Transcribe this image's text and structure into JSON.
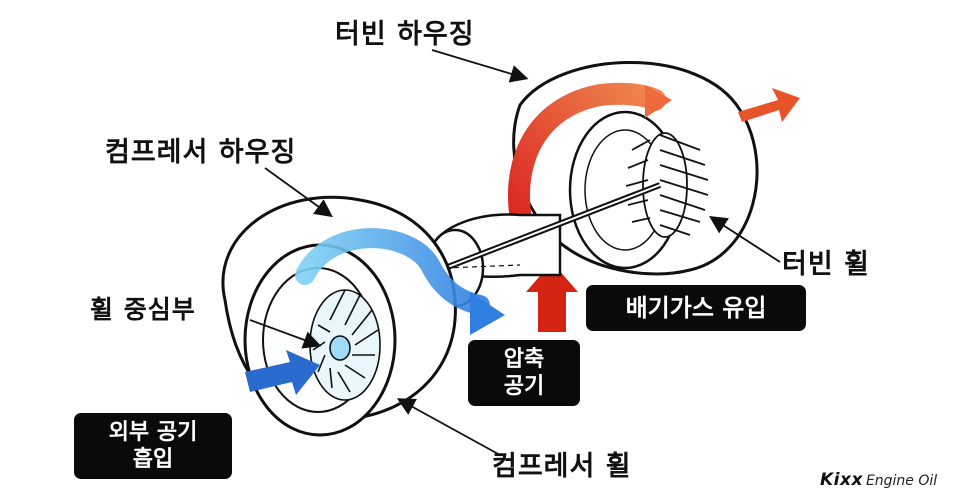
{
  "labels": {
    "turbine_housing": "터빈 하우징",
    "compressor_housing": "컴프레서 하우징",
    "wheel_center": "휠 중심부",
    "turbine_wheel": "터빈 휠",
    "compressor_wheel": "컴프레서 휠"
  },
  "boxes": {
    "exhaust_inflow": "배기가스 유입",
    "compressed_air_line1": "압축",
    "compressed_air_line2": "공기",
    "external_air_line1": "외부 공기",
    "external_air_line2": "흡입"
  },
  "brand": {
    "logo": "Kixx",
    "sub": "Engine Oil"
  },
  "colors": {
    "exhaust_flow": "#e23a1e",
    "exhaust_flow_light": "#f08a5a",
    "intake_flow": "#2f6fd6",
    "intake_flow_light": "#6ec3f2",
    "line": "#111111"
  }
}
